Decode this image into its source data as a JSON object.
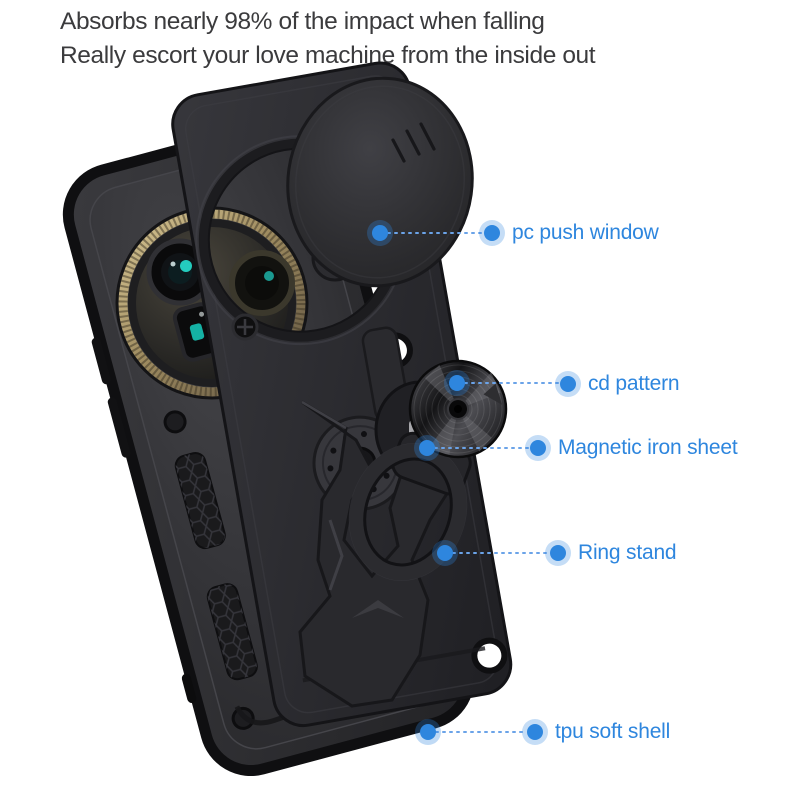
{
  "page": {
    "background_color": "#ffffff",
    "accent_color": "#2e86de",
    "leader_line_color": "#6ba3e8",
    "headline_color": "#3b3b3d"
  },
  "header": {
    "line1": "Absorbs nearly 98% of the impact when falling",
    "line2": "Really escort your love machine from the inside out"
  },
  "callouts": [
    {
      "id": "pc-push-window",
      "label": "pc push window"
    },
    {
      "id": "cd-pattern",
      "label": "cd pattern"
    },
    {
      "id": "magnetic-iron-sheet",
      "label": "Magnetic iron sheet"
    },
    {
      "id": "ring-stand",
      "label": "Ring stand"
    },
    {
      "id": "tpu-soft-shell",
      "label": "tpu soft shell"
    }
  ],
  "product": {
    "type": "rugged-phone-case-with-slide-camera-cover-and-ring-stand",
    "parts": [
      "phone",
      "camera-module",
      "tpu-soft-shell",
      "armor-back-plate",
      "kickstand",
      "slide-camera-cover-disc",
      "cd-pattern-disc",
      "magnetic-iron-sheet",
      "ring-stand"
    ]
  }
}
